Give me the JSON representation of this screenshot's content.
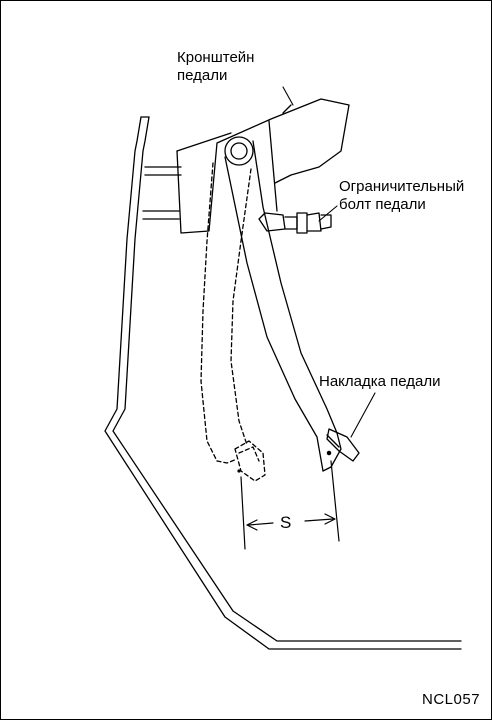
{
  "labels": {
    "pedal_bracket": "Кронштейн\nпедали",
    "stopper_bolt": "Ограничительный\nболт педали",
    "pedal_pad": "Накладка педали",
    "travel": "S",
    "figure_code": "NCL057"
  },
  "colors": {
    "line": "#000000",
    "background": "#ffffff"
  }
}
